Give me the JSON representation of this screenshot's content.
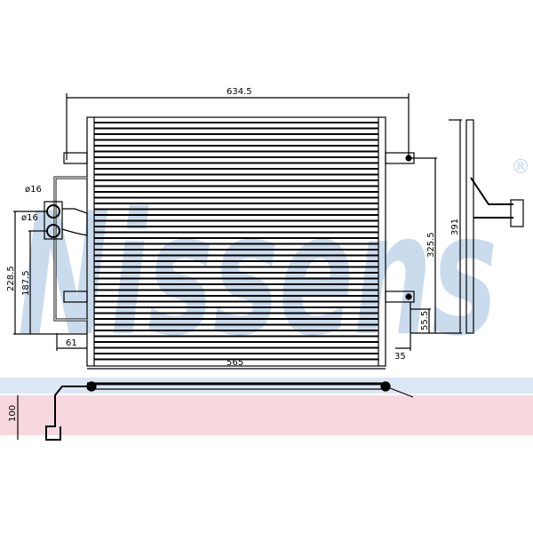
{
  "watermark": {
    "brand": "Nissens",
    "registered": "®",
    "color": "#b9cfe8",
    "band_color": "#f4c8d2"
  },
  "dimensions": {
    "overall_width": "634.5",
    "core_width": "565",
    "overall_height": "391",
    "bracket_spacing": "325.5",
    "bracket_bottom": "55.5",
    "right_offset": "35",
    "left_offset": "61",
    "inlet_height": "228.5",
    "outlet_height": "187.5",
    "inlet_diameter": "ø16",
    "outlet_diameter": "ø16",
    "depth": "100"
  }
}
